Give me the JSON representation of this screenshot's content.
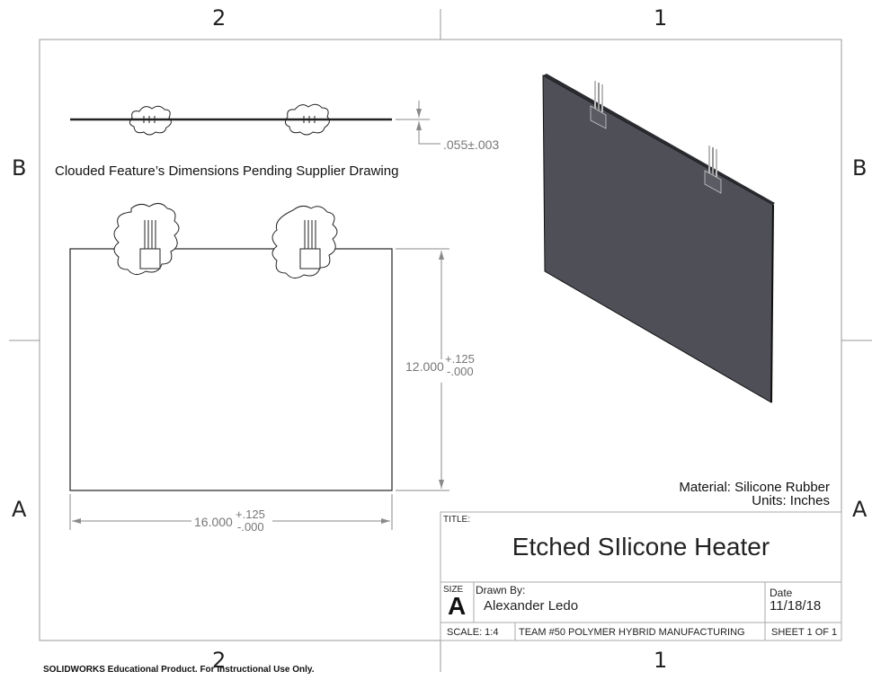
{
  "zones": {
    "top_left": "2",
    "top_right": "1",
    "bottom_left": "2",
    "bottom_right": "1",
    "left_upper": "B",
    "left_lower": "A",
    "right_upper": "B",
    "right_lower": "A"
  },
  "notes": {
    "clouded": "Clouded Feature’s Dimensions Pending Supplier Drawing",
    "material": "Material: Silicone Rubber",
    "units": "Units: Inches"
  },
  "dimensions": {
    "thickness": ".055±.003",
    "height_value": "12.000",
    "height_tol_plus": "+.125",
    "height_tol_minus": "-.000",
    "width_value": "16.000",
    "width_tol_plus": "+.125",
    "width_tol_minus": "-.000"
  },
  "title_block": {
    "title_label": "TITLE:",
    "title": "Etched SIlicone Heater",
    "size_label": "SIZE",
    "size_value": "A",
    "drawn_by_label": "Drawn By:",
    "drawn_by": "Alexander Ledo",
    "date_label": "Date",
    "date": "11/18/18",
    "scale": "SCALE: 1:4",
    "team": "TEAM #50 POLYMER HYBRID MANUFACTURING",
    "sheet": "SHEET 1 OF 1"
  },
  "footer": {
    "educational": "SOLIDWORKS Educational Product. For Instructional Use Only."
  },
  "colors": {
    "line": "#222222",
    "dim_line": "#8a8a8a",
    "part_face": "#4e4f57"
  }
}
